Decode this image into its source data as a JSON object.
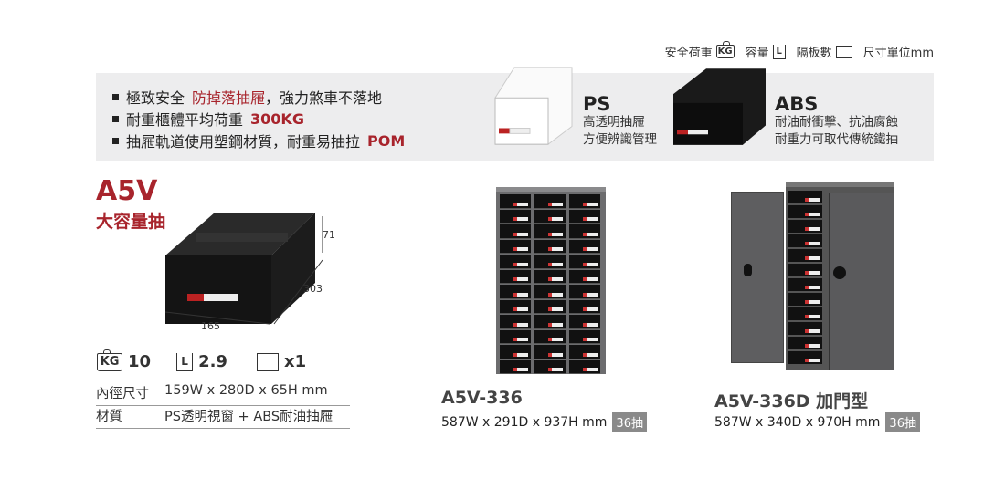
{
  "legend": {
    "load": "安全荷重",
    "load_icon": "KG",
    "capacity": "容量",
    "capacity_icon": "L",
    "dividers": "隔板數",
    "unit": "尺寸單位mm"
  },
  "banner": {
    "bullets": [
      {
        "pre": "極致安全",
        "hl": "防掉落抽屜",
        "post": "，強力煞車不落地"
      },
      {
        "pre": "耐重櫃體平均荷重 ",
        "hl": "300KG",
        "post": ""
      },
      {
        "pre": "抽屜軌道使用塑鋼材質，耐重易抽拉 ",
        "hl": "POM",
        "post": ""
      }
    ],
    "ps": {
      "title": "PS",
      "lines": [
        "高透明抽屜",
        "方便辨識管理"
      ]
    },
    "abs": {
      "title": "ABS",
      "lines": [
        "耐油耐衝擊、抗油腐蝕",
        "耐重力可取代傳統鐵抽"
      ]
    }
  },
  "product": {
    "model": "A5V",
    "subtitle": "大容量抽",
    "dims": {
      "height": "71",
      "depth": "303",
      "width": "165"
    },
    "specs": {
      "load": "10",
      "capacity": "2.9",
      "dividers": "x1"
    },
    "table": [
      {
        "label": "內徑尺寸",
        "value": "159W x 280D x 65H mm"
      },
      {
        "label": "材質",
        "value": "PS透明視窗 + ABS耐油抽屜"
      }
    ]
  },
  "cabinets": [
    {
      "model": "A5V-336",
      "dims": "587W x 291D x 937H mm",
      "badge": "36抽"
    },
    {
      "model": "A5V-336D 加門型",
      "dims": "587W x 340D x 970H mm",
      "badge": "36抽"
    }
  ],
  "colors": {
    "accent": "#a8242c",
    "banner": "#ededee"
  }
}
